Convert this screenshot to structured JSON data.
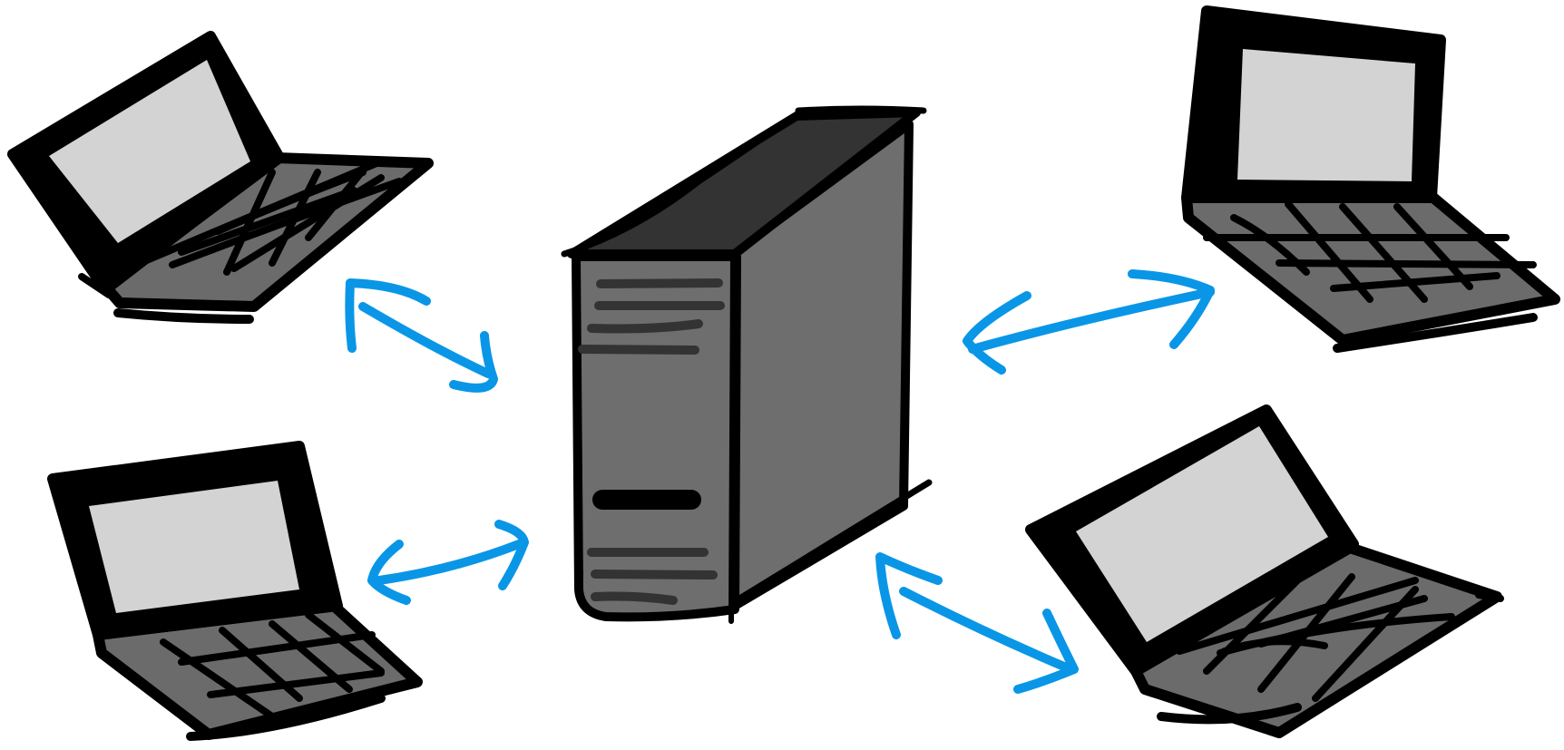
{
  "diagram": {
    "nodes": [
      {
        "id": "server",
        "kind": "server-tower-icon"
      },
      {
        "id": "laptop-top-left",
        "kind": "laptop-icon"
      },
      {
        "id": "laptop-bottom-left",
        "kind": "laptop-icon"
      },
      {
        "id": "laptop-top-right",
        "kind": "laptop-icon"
      },
      {
        "id": "laptop-bottom-right",
        "kind": "laptop-icon"
      }
    ],
    "edges": [
      {
        "from": "server",
        "to": "laptop-top-left",
        "direction": "bidirectional"
      },
      {
        "from": "server",
        "to": "laptop-bottom-left",
        "direction": "bidirectional"
      },
      {
        "from": "server",
        "to": "laptop-top-right",
        "direction": "bidirectional"
      },
      {
        "from": "server",
        "to": "laptop-bottom-right",
        "direction": "bidirectional"
      }
    ]
  },
  "colors": {
    "ink": "#000000",
    "arrow": "#0A96E6",
    "screen": "#D3D3D3",
    "keyboard": "#6B6B6B",
    "server_front": "#6E6E6E",
    "server_side": "#6E6E6E",
    "server_top": "#333333",
    "server_slots": "#333333",
    "background": "#FFFFFF"
  }
}
